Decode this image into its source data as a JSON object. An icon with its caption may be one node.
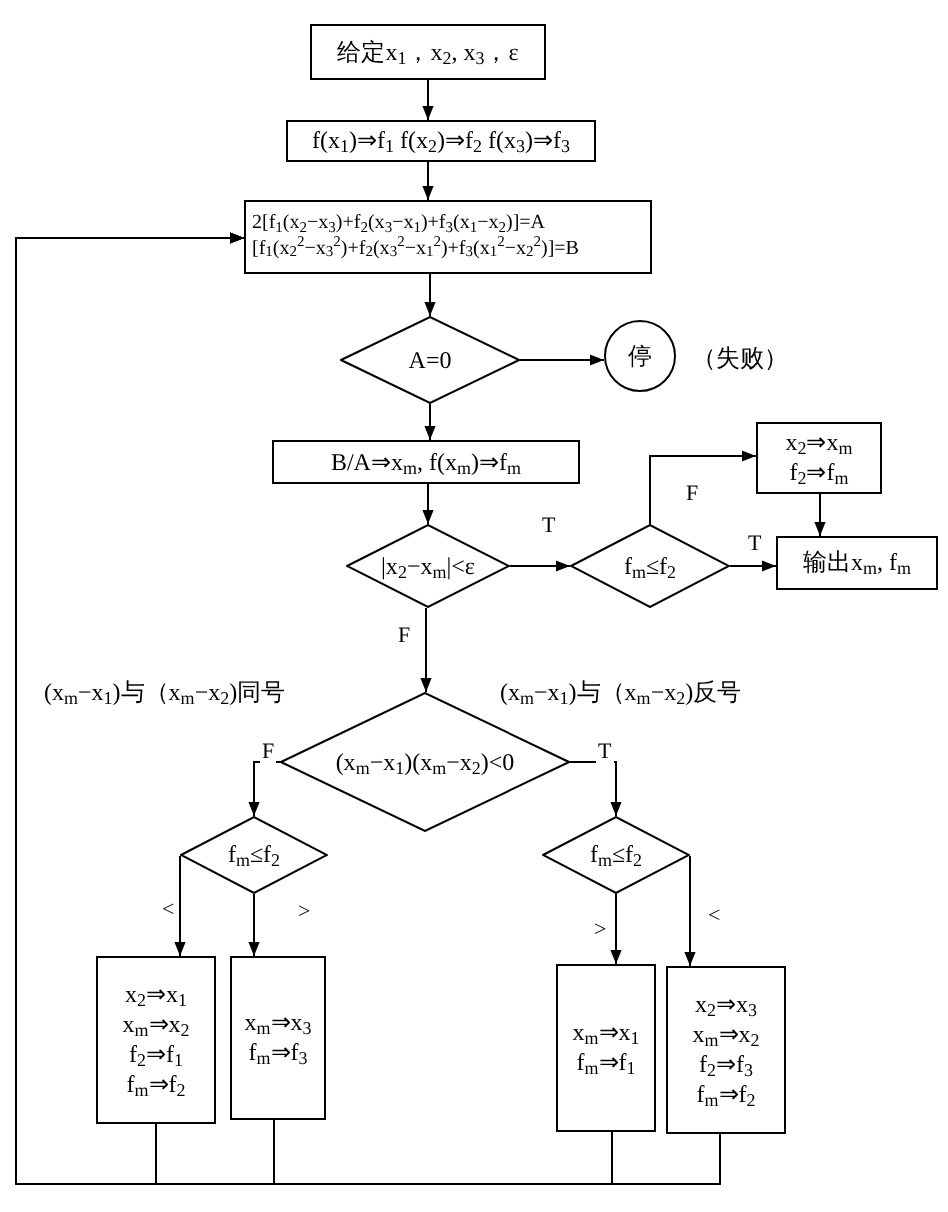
{
  "diagram": {
    "nodes": [
      {
        "text": [
          "给定x$_{1}$，x$_{2}$, x$_{3}$，ε"
        ]
      },
      {
        "text": [
          "f(x$_{1}$)⇒f$_{1}$ f(x$_{2}$)⇒f$_{2}$ f(x$_{3}$)⇒f$_{3}$"
        ]
      },
      {
        "text": [
          "2[f$_{1}$(x$_{2}$−x$_{3}$)+f$_{2}$(x$_{3}$−x$_{1}$)+f$_{3}$(x$_{1}$−x$_{2}$)]=A",
          "[f$_{1}$(x$_{2}$$^{2}$−x$_{3}$$^{2}$)+f$_{2}$(x$_{3}$$^{2}$−x$_{1}$$^{2}$)+f$_{3}$(x$_{1}$$^{2}$−x$_{2}$$^{2}$)]=B"
        ]
      },
      {
        "text": [
          "A=0"
        ]
      },
      {
        "text": [
          "停"
        ],
        "beside": [
          "（失败）"
        ]
      },
      {
        "text": [
          "B/A⇒x$_{m}$, f(x$_{m}$)⇒f$_{m}$"
        ]
      },
      {
        "text": [
          "|x$_{2}$−x$_{m}$|<ε"
        ]
      },
      {
        "text": [
          "f$_{m}$≤f$_{2}$"
        ]
      },
      {
        "text": [
          "x$_{2}$⇒x$_{m}$",
          "f$_{2}$⇒f$_{m}$"
        ]
      },
      {
        "text": [
          "输出x$_{m}$, f$_{m}$"
        ]
      },
      {
        "text": [
          "(x$_{m}$−x$_{1}$)(x$_{m}$−x$_{2}$)<0"
        ]
      },
      {
        "text": [
          "f$_{m}$≤f$_{2}$"
        ]
      },
      {
        "text": [
          "f$_{m}$≤f$_{2}$"
        ]
      },
      {
        "text": [
          "x$_{2}$⇒x$_{1}$",
          "x$_{m}$⇒x$_{2}$",
          "f$_{2}$⇒f$_{1}$",
          "f$_{m}$⇒f$_{2}$"
        ]
      },
      {
        "text": [
          "x$_{m}$⇒x$_{3}$",
          "f$_{m}$⇒f$_{3}$"
        ]
      },
      {
        "text": [
          "x$_{m}$⇒x$_{1}$",
          "f$_{m}$⇒f$_{1}$"
        ]
      },
      {
        "text": [
          "x$_{2}$⇒x$_{3}$",
          "x$_{m}$⇒x$_{2}$",
          "f$_{2}$⇒f$_{3}$",
          "f$_{m}$⇒f$_{2}$"
        ]
      }
    ],
    "edges": [
      {
        "from": 0,
        "to": 1,
        "arrow": "to"
      },
      {
        "from": 1,
        "to": 2,
        "arrow": "to"
      },
      {
        "from": 2,
        "to": 3,
        "arrow": "to"
      },
      {
        "from": 3,
        "to": 4,
        "arrow": "to"
      },
      {
        "from": 3,
        "to": 5,
        "arrow": "to"
      },
      {
        "from": 5,
        "to": 6,
        "arrow": "to"
      },
      {
        "from": 6,
        "to": 7,
        "arrow": "to",
        "label": "T"
      },
      {
        "from": 7,
        "to": 9,
        "arrow": "to",
        "label": "T"
      },
      {
        "from": 7,
        "to": 8,
        "arrow": "to",
        "label": "F"
      },
      {
        "from": 8,
        "to": 9,
        "arrow": "to"
      },
      {
        "from": 6,
        "to": 10,
        "arrow": "to",
        "label": "F"
      },
      {
        "from": 10,
        "to": 11,
        "arrow": "to",
        "label": "F"
      },
      {
        "from": 10,
        "to": 12,
        "arrow": "to",
        "label": "T"
      },
      {
        "from": 11,
        "to": 13,
        "arrow": "to",
        "label": "<"
      },
      {
        "from": 11,
        "to": 14,
        "arrow": "to",
        "label": ">"
      },
      {
        "from": 12,
        "to": 15,
        "arrow": "to",
        "label": ">"
      },
      {
        "from": 12,
        "to": 16,
        "arrow": "to",
        "label": "<"
      },
      {
        "from": 13,
        "to": 2,
        "arrow": "to"
      },
      {
        "from": 14,
        "to": 2,
        "arrow": "to"
      },
      {
        "from": 15,
        "to": 2,
        "arrow": "to"
      },
      {
        "from": 16,
        "to": 2,
        "arrow": "to"
      }
    ],
    "labels": [
      "(x$_{m}$−x$_{1}$)与（x$_{m}$−x$_{2}$)同号",
      "(x$_{m}$−x$_{1}$)与（x$_{m}$−x$_{2}$)反号"
    ]
  }
}
